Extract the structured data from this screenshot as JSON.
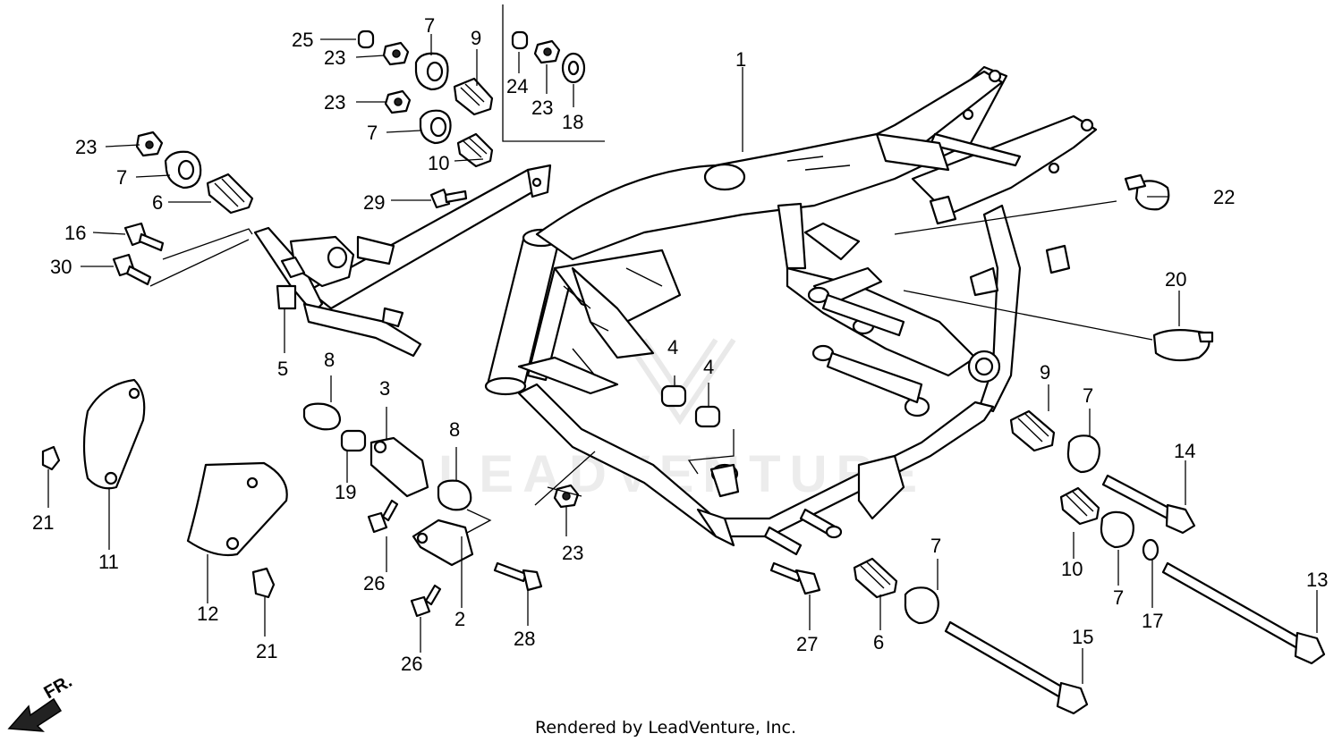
{
  "diagram": {
    "callouts": [
      {
        "id": "c1",
        "label": "1"
      },
      {
        "id": "c2",
        "label": "2"
      },
      {
        "id": "c3",
        "label": "3"
      },
      {
        "id": "c4a",
        "label": "4"
      },
      {
        "id": "c4b",
        "label": "4"
      },
      {
        "id": "c5",
        "label": "5"
      },
      {
        "id": "c6a",
        "label": "6"
      },
      {
        "id": "c6b",
        "label": "6"
      },
      {
        "id": "c7a",
        "label": "7"
      },
      {
        "id": "c7b",
        "label": "7"
      },
      {
        "id": "c7c",
        "label": "7"
      },
      {
        "id": "c7d",
        "label": "7"
      },
      {
        "id": "c7e",
        "label": "7"
      },
      {
        "id": "c7f",
        "label": "7"
      },
      {
        "id": "c8a",
        "label": "8"
      },
      {
        "id": "c8b",
        "label": "8"
      },
      {
        "id": "c9a",
        "label": "9"
      },
      {
        "id": "c9b",
        "label": "9"
      },
      {
        "id": "c10a",
        "label": "10"
      },
      {
        "id": "c10b",
        "label": "10"
      },
      {
        "id": "c11",
        "label": "11"
      },
      {
        "id": "c12",
        "label": "12"
      },
      {
        "id": "c13",
        "label": "13"
      },
      {
        "id": "c14",
        "label": "14"
      },
      {
        "id": "c15",
        "label": "15"
      },
      {
        "id": "c16",
        "label": "16"
      },
      {
        "id": "c17",
        "label": "17"
      },
      {
        "id": "c18",
        "label": "18"
      },
      {
        "id": "c19",
        "label": "19"
      },
      {
        "id": "c20",
        "label": "20"
      },
      {
        "id": "c21a",
        "label": "21"
      },
      {
        "id": "c21b",
        "label": "21"
      },
      {
        "id": "c22",
        "label": "22"
      },
      {
        "id": "c23a",
        "label": "23"
      },
      {
        "id": "c23b",
        "label": "23"
      },
      {
        "id": "c23c",
        "label": "23"
      },
      {
        "id": "c23d",
        "label": "23"
      },
      {
        "id": "c23e",
        "label": "23"
      },
      {
        "id": "c24",
        "label": "24"
      },
      {
        "id": "c25",
        "label": "25"
      },
      {
        "id": "c26a",
        "label": "26"
      },
      {
        "id": "c26b",
        "label": "26"
      },
      {
        "id": "c27",
        "label": "27"
      },
      {
        "id": "c28",
        "label": "28"
      },
      {
        "id": "c29",
        "label": "29"
      },
      {
        "id": "c30",
        "label": "30"
      }
    ],
    "direction_label": "FR.",
    "footer": "Rendered by LeadVenture, Inc.",
    "watermark": "LEADVENTURE"
  }
}
